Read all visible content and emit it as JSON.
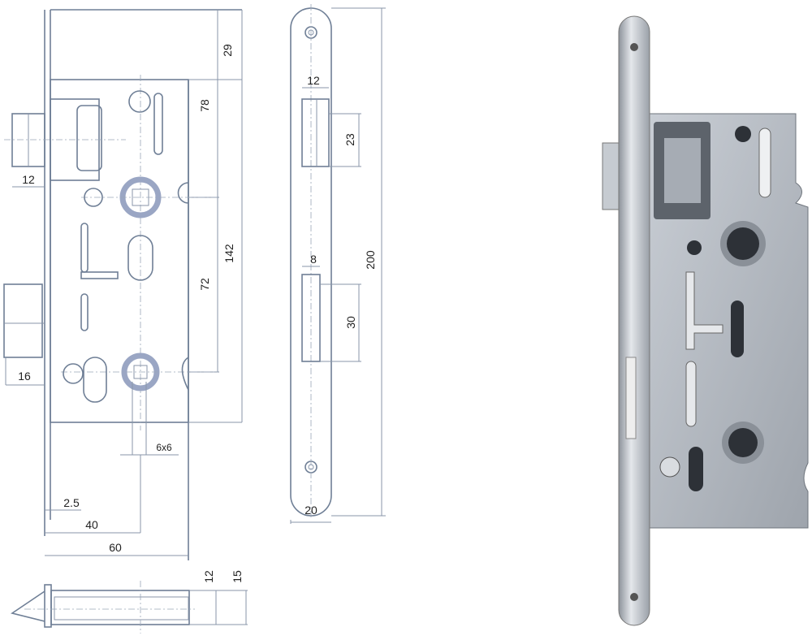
{
  "title": "Mortise lock technical drawing",
  "front_view": {
    "dims": {
      "top_offset": "29",
      "latch_to_handle": "78",
      "case_height": "142",
      "handle_to_key": "72",
      "latch_projection": "12",
      "bolt_projection": "16",
      "spindle": "6x6",
      "faceplate_thickness": "2.5",
      "backset": "40",
      "case_depth": "60"
    }
  },
  "side_view": {
    "dims": {
      "case_thickness": "12",
      "faceplate_width_small": "15"
    }
  },
  "faceplate_view": {
    "dims": {
      "latch_width": "12",
      "latch_height": "23",
      "plate_height": "200",
      "bolt_width": "8",
      "bolt_height": "30",
      "plate_width": "20"
    }
  },
  "colors": {
    "line": "#6f7f96",
    "metal": "#b9bec6",
    "metal_dark": "#7d838c"
  }
}
